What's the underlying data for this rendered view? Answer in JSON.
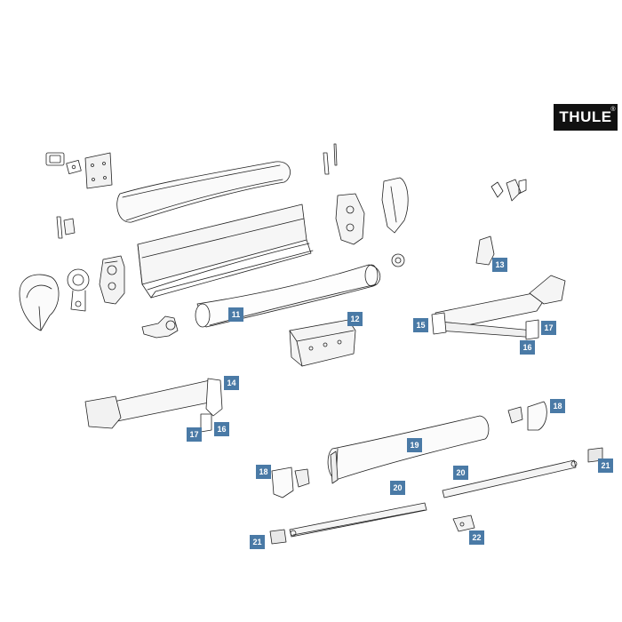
{
  "brand": {
    "logo_text": "THULE",
    "logo_mark": "®"
  },
  "callouts": [
    {
      "id": "c11",
      "label": "11"
    },
    {
      "id": "c12",
      "label": "12"
    },
    {
      "id": "c13",
      "label": "13"
    },
    {
      "id": "c14",
      "label": "14"
    },
    {
      "id": "c15",
      "label": "15"
    },
    {
      "id": "c16a",
      "label": "16"
    },
    {
      "id": "c16b",
      "label": "16"
    },
    {
      "id": "c17a",
      "label": "17"
    },
    {
      "id": "c17b",
      "label": "17"
    },
    {
      "id": "c18a",
      "label": "18"
    },
    {
      "id": "c18b",
      "label": "18"
    },
    {
      "id": "c19",
      "label": "19"
    },
    {
      "id": "c20a",
      "label": "20"
    },
    {
      "id": "c20b",
      "label": "20"
    },
    {
      "id": "c21a",
      "label": "21"
    },
    {
      "id": "c21b",
      "label": "21"
    },
    {
      "id": "c22",
      "label": "22"
    }
  ],
  "colors": {
    "callout_bg": "#4a7aa6",
    "line": "#222222",
    "logo_bg": "#111111"
  }
}
